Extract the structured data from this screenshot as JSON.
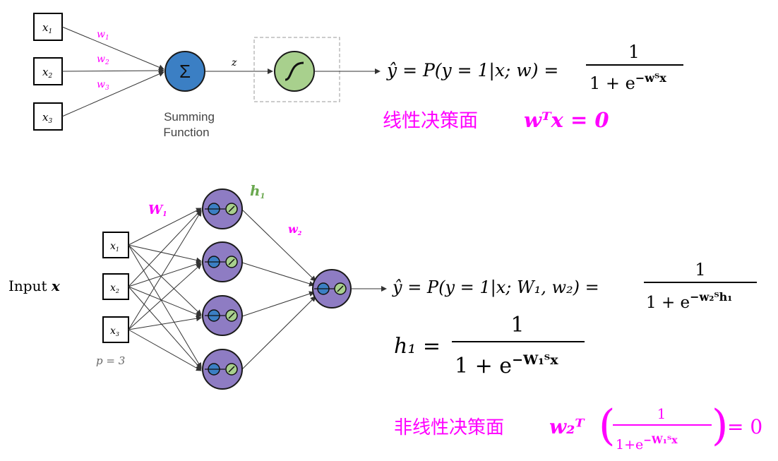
{
  "colors": {
    "accent_pink": "#ff00ff",
    "sum_node": "#3b7fc4",
    "sigmoid_node": "#a8d08d",
    "hidden_node": "#8e7cc3",
    "green_label": "#6aa84f"
  },
  "top": {
    "inputs": [
      {
        "base": "x",
        "sub": "1"
      },
      {
        "base": "x",
        "sub": "2"
      },
      {
        "base": "x",
        "sub": "3"
      }
    ],
    "weights": [
      {
        "base": "w",
        "sub": "1"
      },
      {
        "base": "w",
        "sub": "2"
      },
      {
        "base": "w",
        "sub": "3"
      }
    ],
    "sum_symbol": "Σ",
    "sum_caption_line1": "Summing",
    "sum_caption_line2": "Function",
    "z_label": "z",
    "eq_lhs": "ŷ = P(y = 1|x; w) =",
    "eq_numer": "1",
    "eq_denom_base": "1 + e",
    "eq_denom_exp": "−wᵀx",
    "decision_cn": "线性决策面",
    "decision_eq": "wᵀx = 0"
  },
  "bottom": {
    "input_label": "Input",
    "input_var": "x",
    "inputs": [
      {
        "base": "x",
        "sub": "1"
      },
      {
        "base": "x",
        "sub": "2"
      },
      {
        "base": "x",
        "sub": "3"
      }
    ],
    "p_label": "p = 3",
    "W1_base": "W",
    "W1_sub": "1",
    "h1_base": "h",
    "h1_sub": "1",
    "w2_base": "w",
    "w2_sub": "2",
    "eq1_lhs": "ŷ = P(y = 1|x; W₁, w₂) =",
    "eq1_numer": "1",
    "eq1_denom_base": "1 + e",
    "eq1_denom_exp": "−w₂ᵀh₁",
    "eq2_lhs": "h₁ =",
    "eq2_numer": "1",
    "eq2_denom_base": "1 + e",
    "eq2_denom_exp": "−W₁ᵀx",
    "nonlinear_cn": "非线性决策面",
    "nonlinear_w": "w₂ᵀ",
    "nonlinear_numer": "1",
    "nonlinear_denom": "1+e",
    "nonlinear_denom_exp": "−W₁ᵀx",
    "nonlinear_rhs": "= 0"
  }
}
